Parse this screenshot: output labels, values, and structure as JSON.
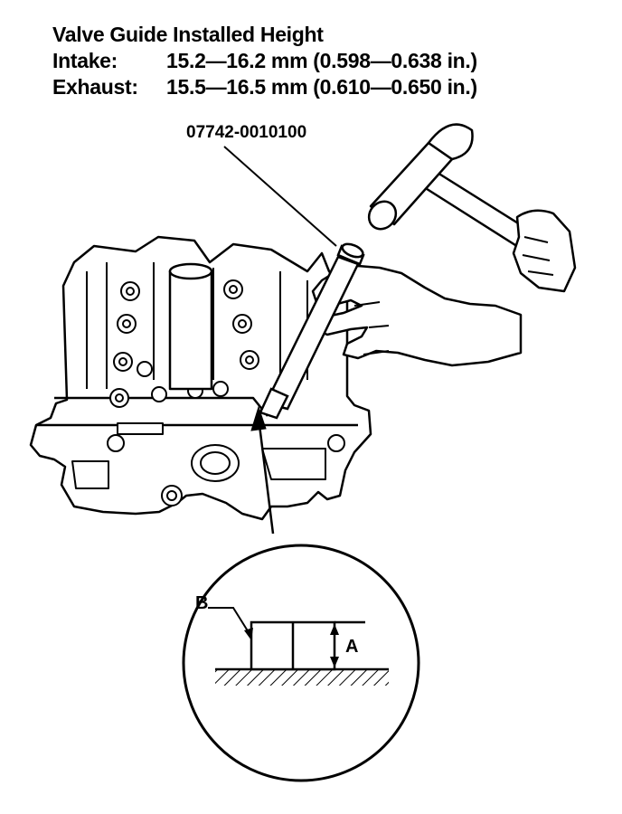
{
  "spec": {
    "title": "Valve Guide Installed Height",
    "intake_label": "Intake:",
    "intake_value": "15.2—16.2 mm (0.598—0.638 in.)",
    "exhaust_label": "Exhaust:",
    "exhaust_value": "15.5—16.5 mm (0.610—0.650 in.)"
  },
  "tool": {
    "part_number": "07742-0010100"
  },
  "detail": {
    "label_a": "A",
    "label_b": "B"
  },
  "icons": [
    "hammer-icon",
    "hand-icon",
    "cylinder-head-icon",
    "valve-guide-driver-icon",
    "magnifier-circle-icon"
  ]
}
